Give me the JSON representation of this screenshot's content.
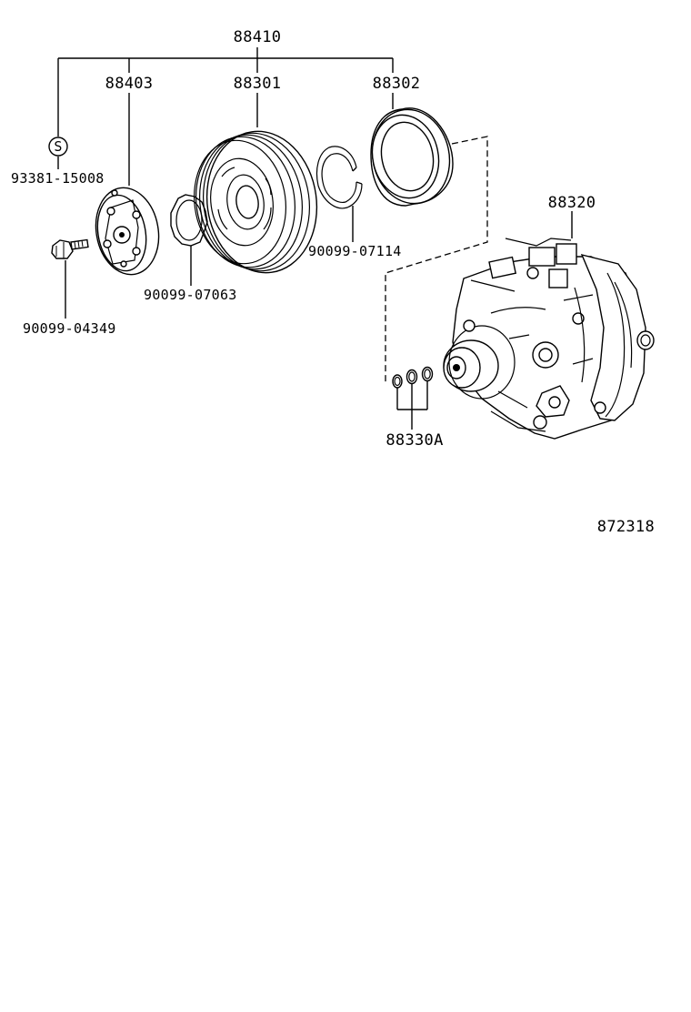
{
  "labels": {
    "assembly": "88410",
    "clutch_hub": "88403",
    "pulley": "88301",
    "stator": "88302",
    "s_mark": "S",
    "bolt_part": "93381-15008",
    "shim": "90099-07063",
    "bolt": "90099-04349",
    "snap_ring": "90099-07114",
    "compressor": "88320",
    "o_rings": "88330A",
    "figure_no": "872318"
  }
}
